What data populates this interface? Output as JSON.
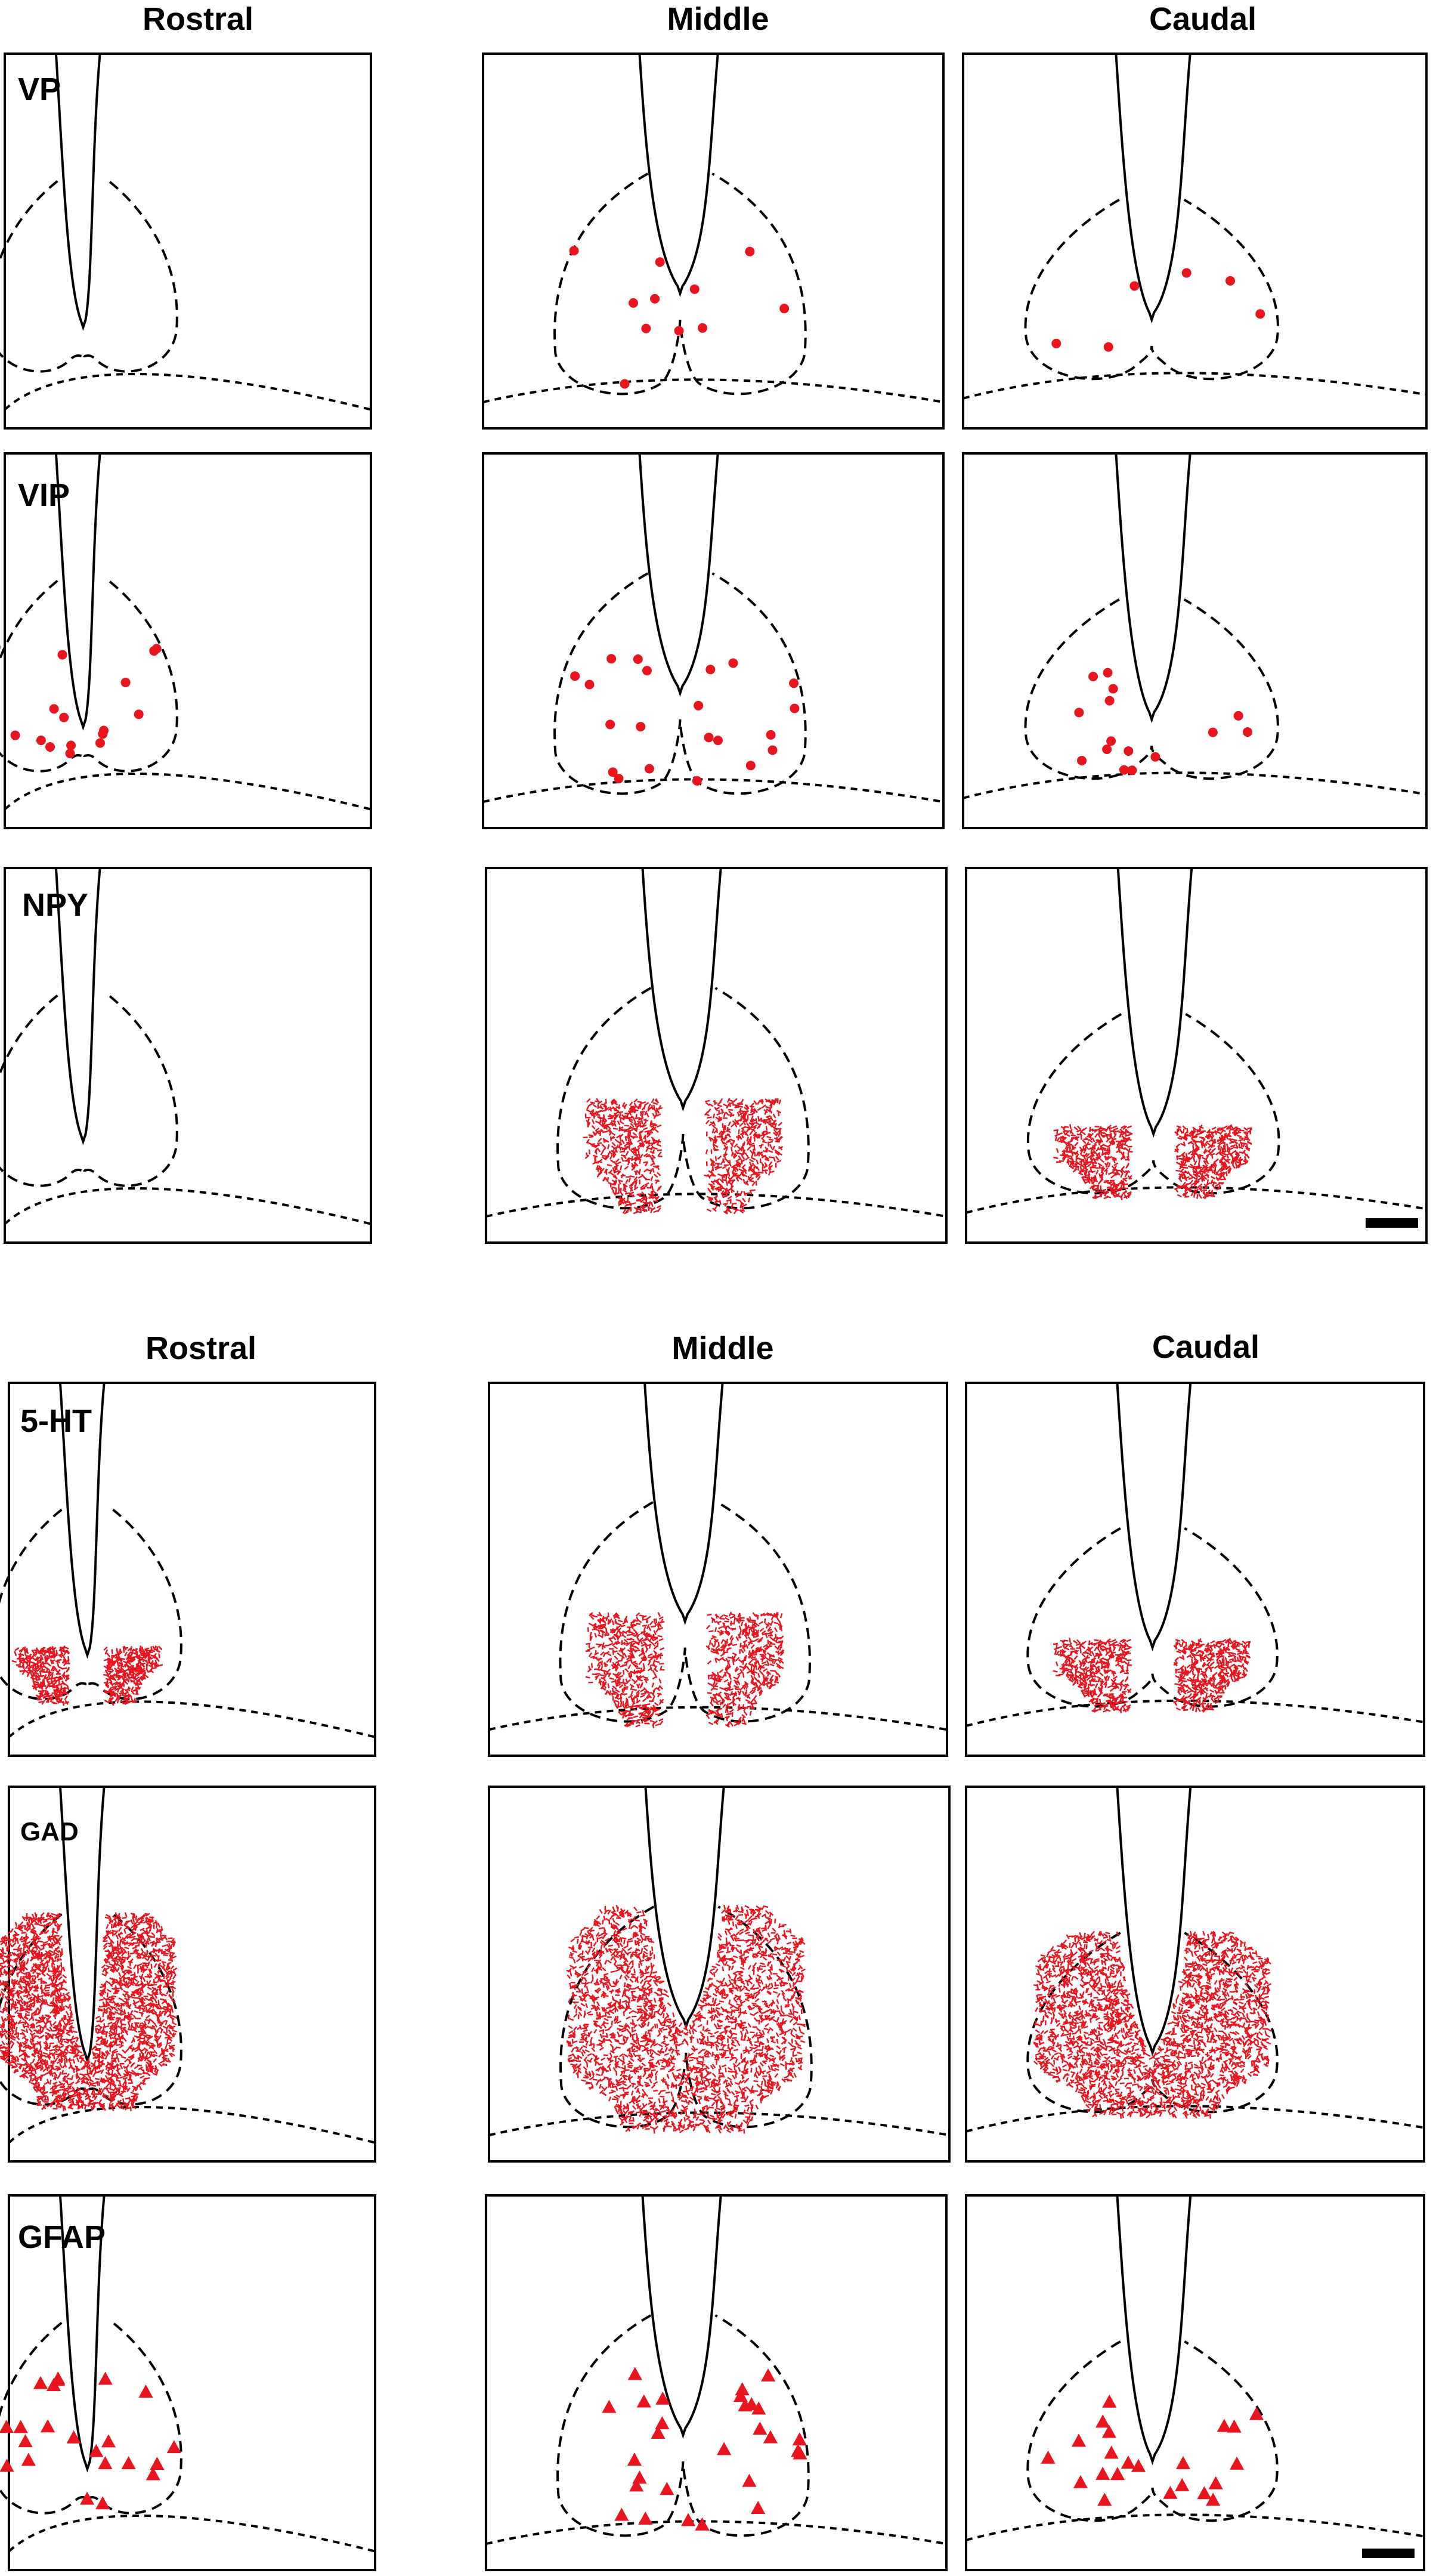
{
  "colors": {
    "marker": "#e8141e",
    "line": "#000000",
    "background": "#ffffff"
  },
  "groups": [
    {
      "columns": [
        "Rostral",
        "Middle",
        "Caudal"
      ],
      "rows": [
        {
          "label": "VP",
          "panels": [
            {
              "marker": "dot",
              "count": 0
            },
            {
              "marker": "dot",
              "count": 11
            },
            {
              "marker": "dot",
              "count": 6
            }
          ]
        },
        {
          "label": "VIP",
          "panels": [
            {
              "marker": "dot",
              "count": 16
            },
            {
              "marker": "dot",
              "count": 21
            },
            {
              "marker": "dot",
              "count": 15
            }
          ]
        },
        {
          "label": "NPY",
          "panels": [
            {
              "marker": "none",
              "density": "none"
            },
            {
              "marker": "stipple",
              "density": "dense"
            },
            {
              "marker": "stipple",
              "density": "dense"
            }
          ]
        }
      ]
    },
    {
      "columns": [
        "Rostral",
        "Middle",
        "Caudal"
      ],
      "rows": [
        {
          "label": "5-HT",
          "panels": [
            {
              "marker": "stipple",
              "density": "dense"
            },
            {
              "marker": "stipple",
              "density": "dense"
            },
            {
              "marker": "stipple",
              "density": "dense"
            }
          ]
        },
        {
          "label": "GAD",
          "panels": [
            {
              "marker": "stipple",
              "density": "very dense"
            },
            {
              "marker": "stipple",
              "density": "very dense"
            },
            {
              "marker": "stipple",
              "density": "very dense"
            }
          ]
        },
        {
          "label": "GFAP",
          "panels": [
            {
              "marker": "triangle",
              "count": 22
            },
            {
              "marker": "triangle",
              "count": 28
            },
            {
              "marker": "triangle",
              "count": 22
            }
          ]
        }
      ]
    }
  ]
}
